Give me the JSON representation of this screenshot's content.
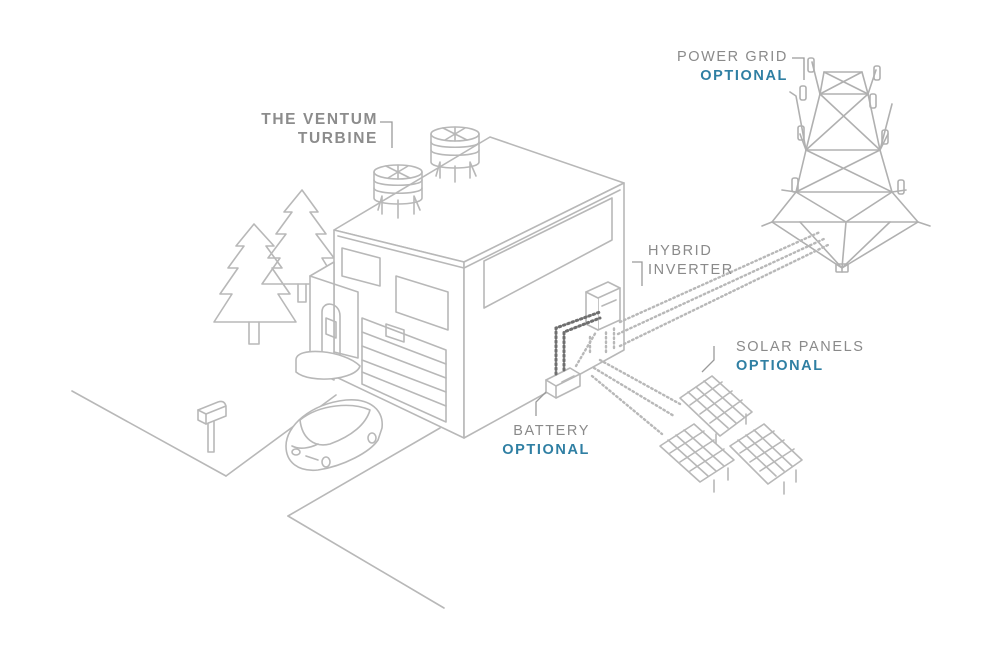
{
  "labels": {
    "turbine": {
      "line1": "THE VENTUM",
      "line2": "TURBINE"
    },
    "power_grid": {
      "title": "POWER GRID",
      "optional": "OPTIONAL"
    },
    "hybrid_inverter": {
      "line1": "HYBRID",
      "line2": "INVERTER"
    },
    "solar_panels": {
      "title": "SOLAR PANELS",
      "optional": "OPTIONAL"
    },
    "battery": {
      "title": "BATTERY",
      "optional": "OPTIONAL"
    }
  },
  "colors": {
    "line": "#b5b5b5",
    "dark_line": "#8e8e8e",
    "label": "#8a8a8a",
    "accent": "#2f7fa3"
  }
}
